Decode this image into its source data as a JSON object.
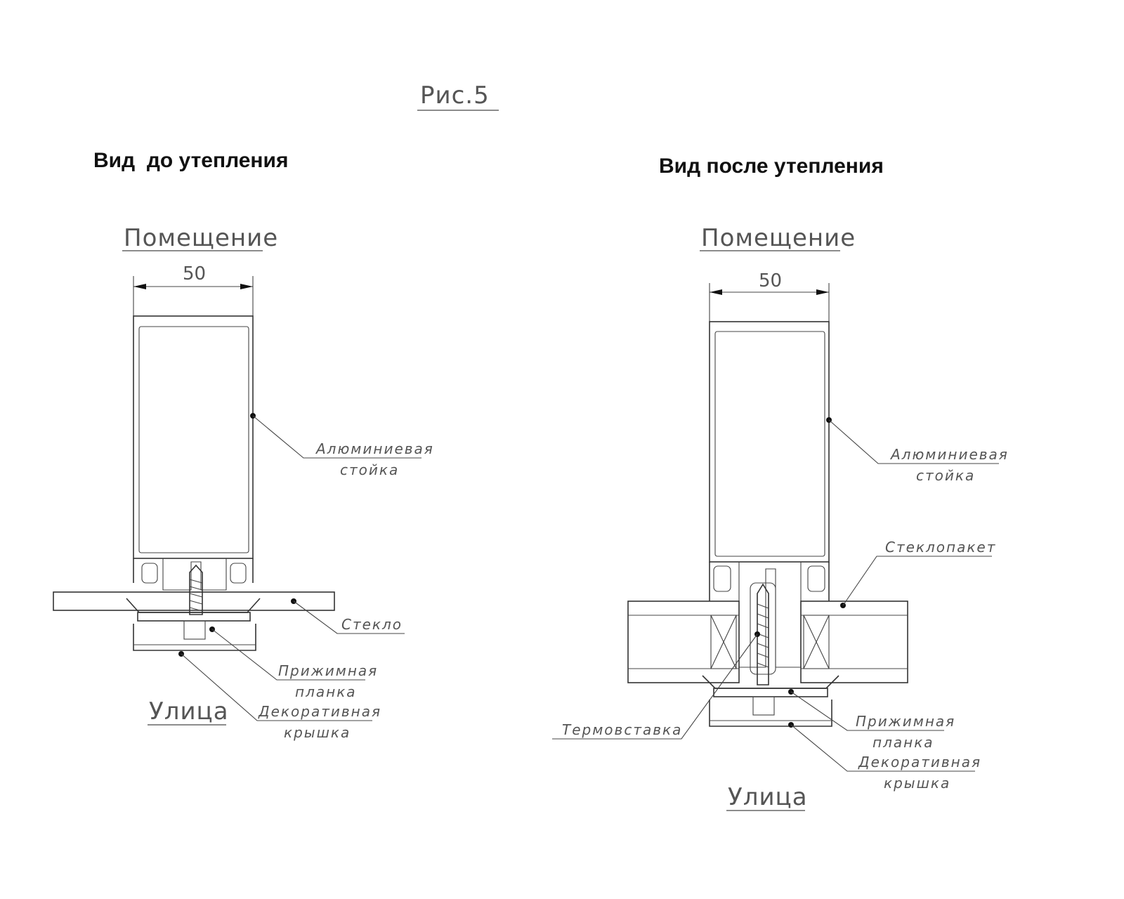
{
  "figure": {
    "label": "Рис.5"
  },
  "left_view": {
    "heading": "Вид  до утепления",
    "room_label": "Помещение",
    "street_label": "Улица",
    "dimension": "50",
    "callouts": [
      {
        "line1": "Алюминиевая",
        "line2": "стойка"
      },
      {
        "line1": "Стекло",
        "line2": ""
      },
      {
        "line1": "Прижимная",
        "line2": "планка"
      },
      {
        "line1": "Декоративная",
        "line2": "крышка"
      }
    ]
  },
  "right_view": {
    "heading": "Вид после утепления",
    "room_label": "Помещение",
    "street_label": "Улица",
    "dimension": "50",
    "callouts": [
      {
        "line1": "Алюминиевая",
        "line2": "стойка"
      },
      {
        "line1": "Стеклопакет",
        "line2": ""
      },
      {
        "line1": "Термовставка",
        "line2": ""
      },
      {
        "line1": "Прижимная",
        "line2": "планка"
      },
      {
        "line1": "Декоративная",
        "line2": "крышка"
      }
    ]
  },
  "colors": {
    "line": "#333333",
    "text": "#555555",
    "heading": "#111111",
    "background": "#ffffff"
  }
}
